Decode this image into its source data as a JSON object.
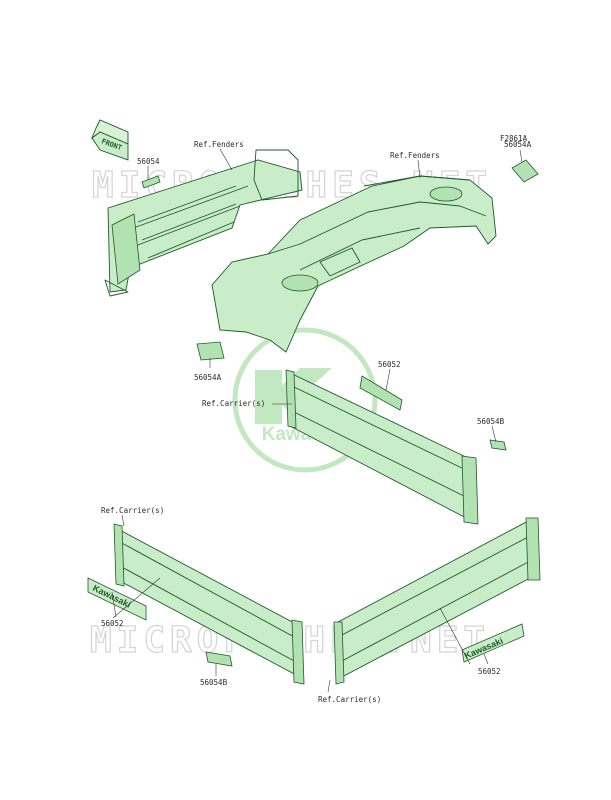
{
  "figure_id": "F2861A",
  "watermark_text": "MICROFICHES.NET",
  "logo_text": "Kawasaki",
  "front_arrow": "FRONT",
  "labels": {
    "ref_fenders_left": "Ref.Fenders",
    "ref_fenders_right": "Ref.Fenders",
    "p56054_top": "56054",
    "p56054a_top": "56054A",
    "p56054a_mid": "56054A",
    "p56052_upper": "56052",
    "ref_carrier_upper": "Ref.Carrier(s)",
    "p56054b_right": "56054B",
    "ref_carrier_mid": "Ref.Carrier(s)",
    "p56052_left": "56052",
    "p56054b_bottom": "56054B",
    "p56052_right": "56052",
    "ref_carrier_bottom": "Ref.Carrier(s)"
  },
  "decal_texts": {
    "left_panel_decal": "Kawasaki",
    "right_panel_decal": "Kawasaki"
  },
  "colors": {
    "line": "#1f5a2a",
    "fill": "#c9ecc9",
    "watermark": "#d4d4d4",
    "logo": "#8fd68f"
  }
}
